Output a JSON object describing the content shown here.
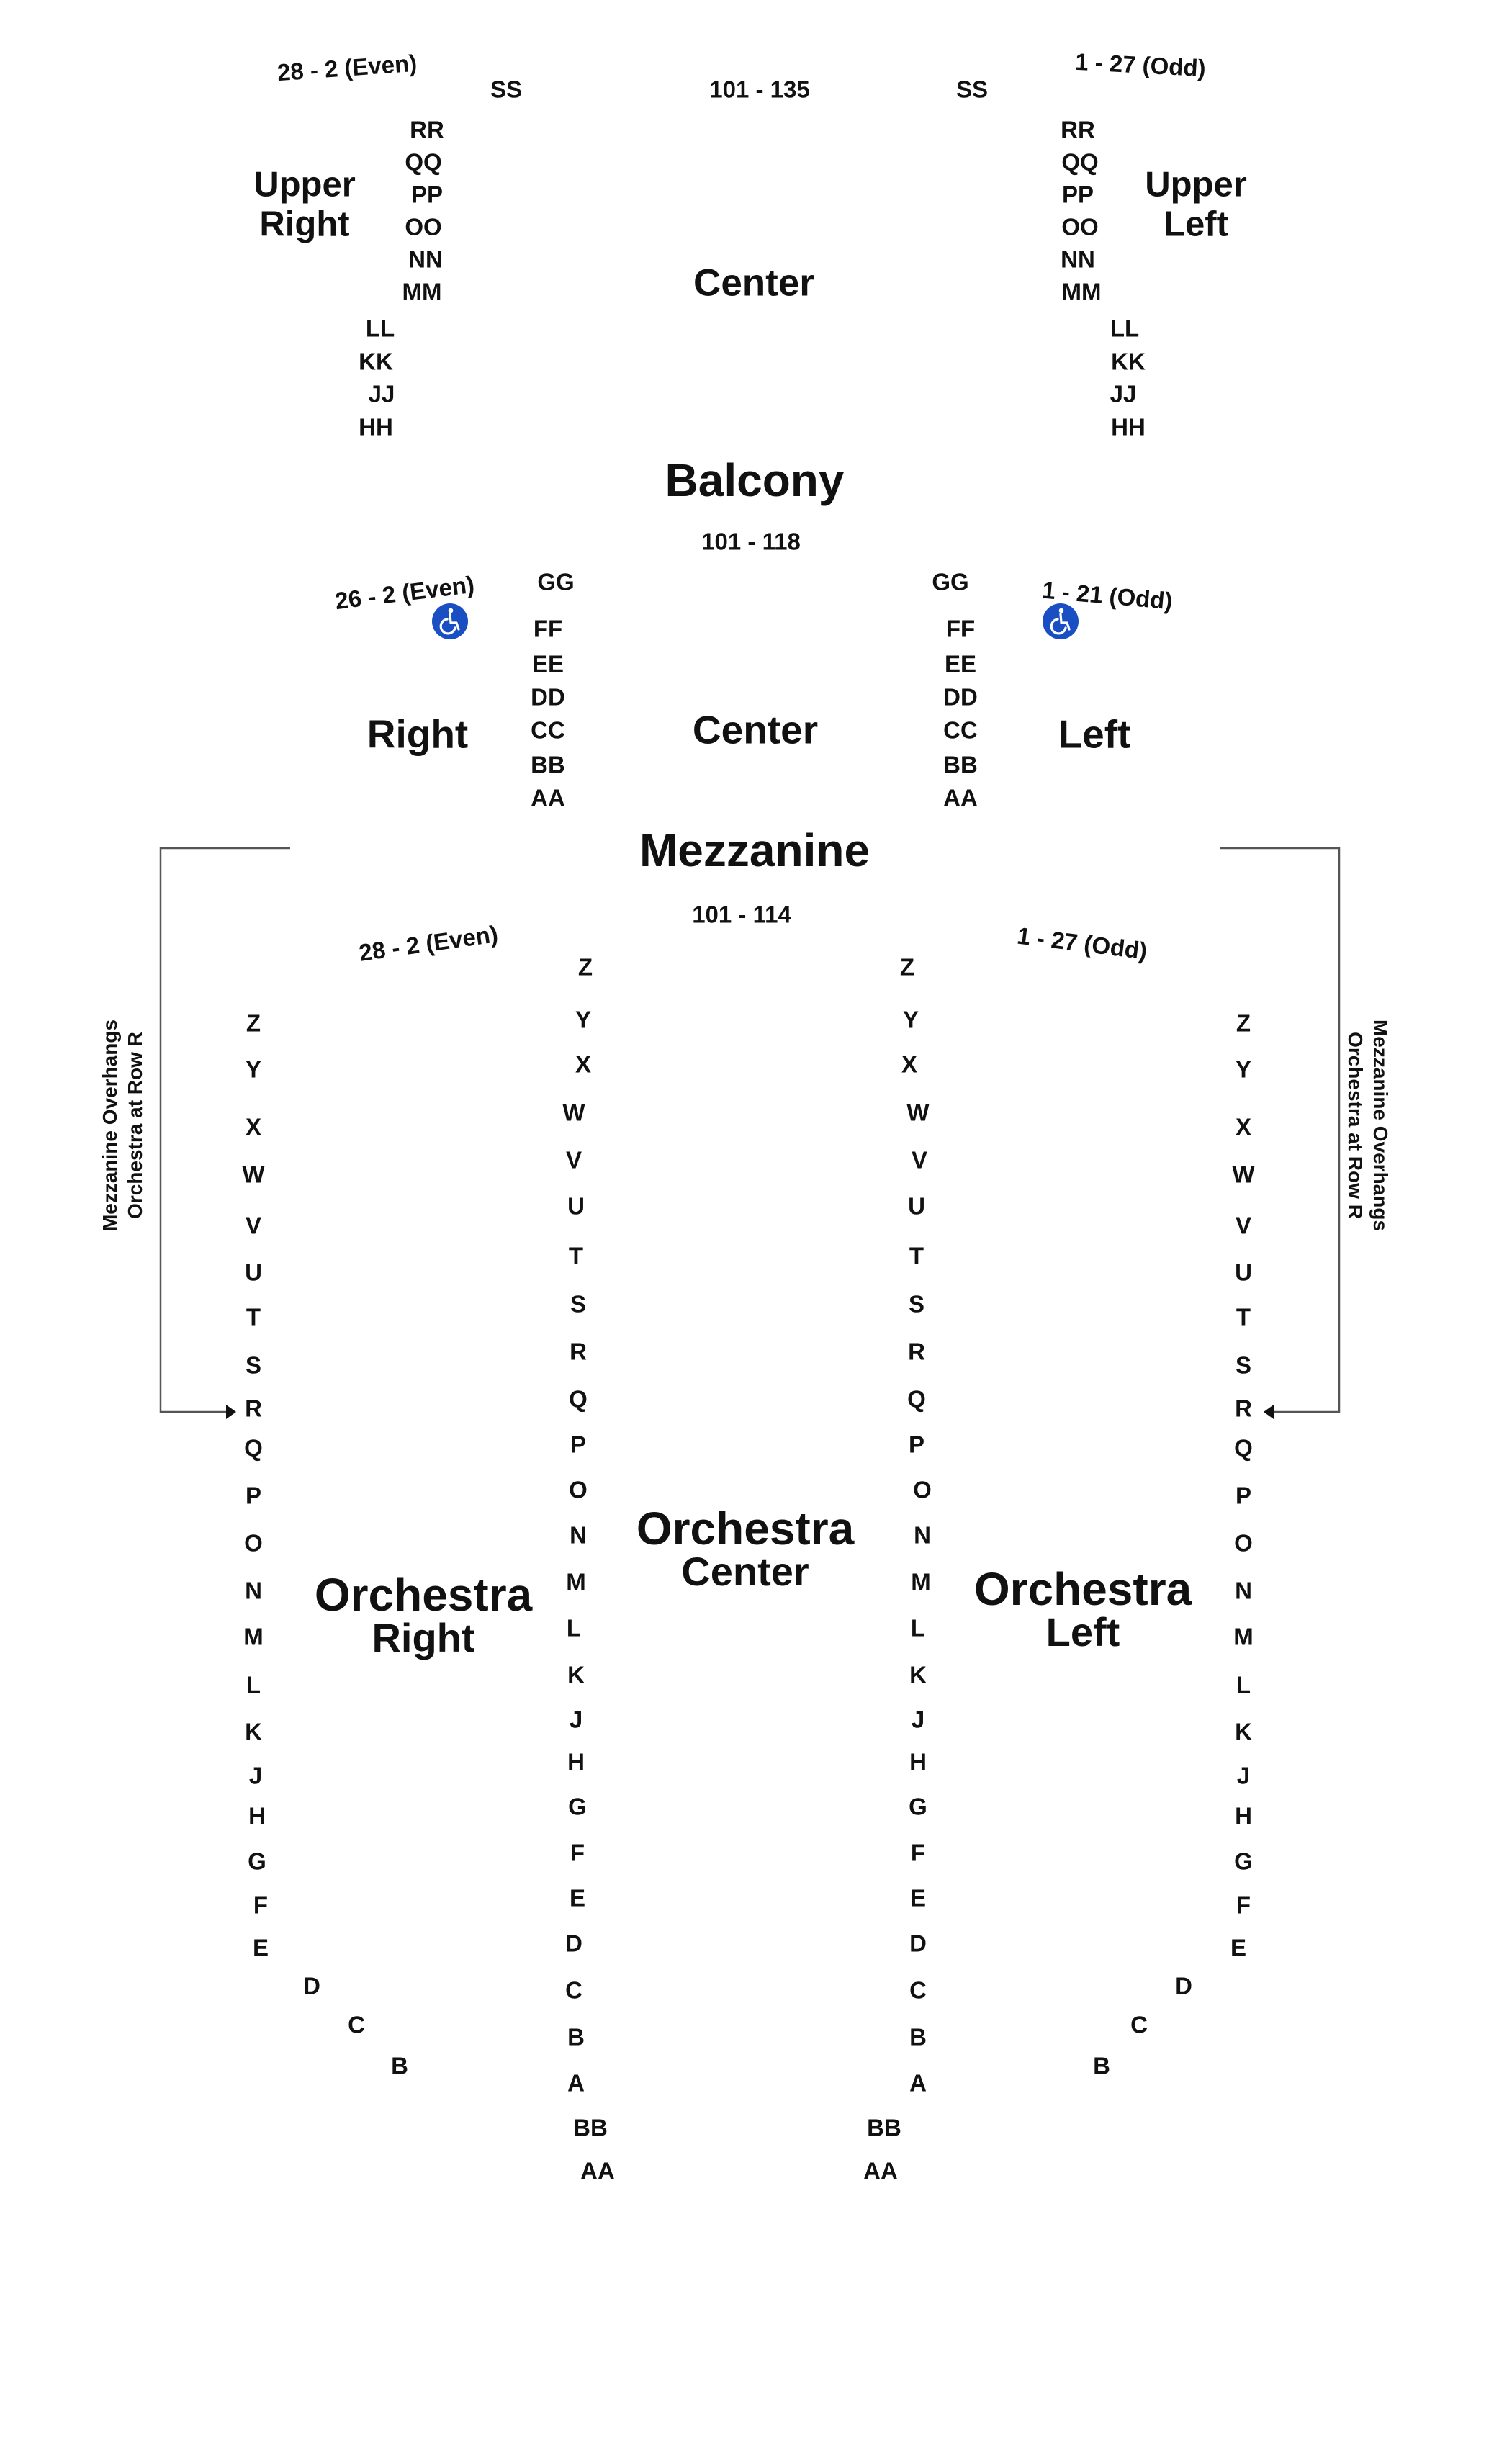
{
  "balcony": {
    "title": "Balcony",
    "center_label": "Center",
    "center_range": "101 - 135",
    "upper_right_label": "Upper\nRight",
    "upper_left_label": "Upper\nLeft",
    "right_range": "28 - 2 (Even)",
    "left_range": "1 - 27 (Odd)",
    "ss_label": "SS",
    "rows_upper": [
      "RR",
      "QQ",
      "PP",
      "OO",
      "NN",
      "MM"
    ],
    "rows_lower": [
      "LL",
      "KK",
      "JJ",
      "HH"
    ]
  },
  "mezzanine": {
    "title": "Mezzanine",
    "center_label": "Center",
    "right_label": "Right",
    "left_label": "Left",
    "center_range": "101 - 118",
    "right_range": "26 - 2 (Even)",
    "left_range": "1 - 21 (Odd)",
    "gg_label": "GG",
    "rows": [
      "FF",
      "EE",
      "DD",
      "CC",
      "BB",
      "AA"
    ],
    "wheelchair_icon": "wheelchair-icon",
    "wheelchair_color": "#1a4fc4"
  },
  "orchestra": {
    "center_label_1": "Orchestra",
    "center_label_2": "Center",
    "right_label_1": "Orchestra",
    "right_label_2": "Right",
    "left_label_1": "Orchestra",
    "left_label_2": "Left",
    "center_range": "101 - 114",
    "right_range": "28 - 2 (Even)",
    "left_range": "1 - 27 (Odd)",
    "overhang_note_line1": "Mezzanine Overhangs",
    "overhang_note_line2": "Orchestra at Row R",
    "side_rows": [
      "Z",
      "Y",
      "X",
      "W",
      "V",
      "U",
      "T",
      "S",
      "R",
      "Q",
      "P",
      "O",
      "N",
      "M",
      "L",
      "K",
      "J",
      "H",
      "G",
      "F",
      "E",
      "D",
      "C",
      "B"
    ],
    "center_rows": [
      "Z",
      "Y",
      "X",
      "W",
      "V",
      "U",
      "T",
      "S",
      "R",
      "Q",
      "P",
      "O",
      "N",
      "M",
      "L",
      "K",
      "J",
      "H",
      "G",
      "F",
      "E",
      "D",
      "C",
      "B",
      "A",
      "BB",
      "AA"
    ]
  }
}
